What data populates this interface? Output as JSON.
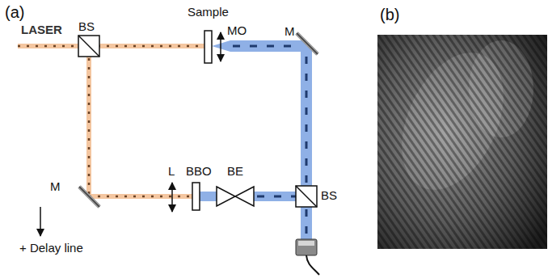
{
  "diagram": {
    "labels": [
      "(a)",
      "LASER",
      "BS",
      "Sample",
      "MO",
      "M",
      "BS",
      "L",
      "BBO",
      "BE",
      "M",
      "+ Delay line",
      "(b)"
    ]
  }
}
